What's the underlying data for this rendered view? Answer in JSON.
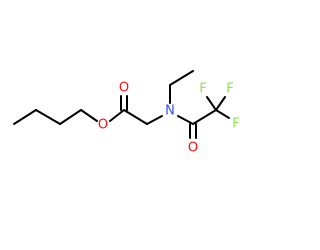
{
  "molecule": {
    "atoms": {
      "o_ester": {
        "symbol": "O",
        "color": "#ff0d0d"
      },
      "o_ester_carbonyl": {
        "symbol": "O",
        "color": "#ff0d0d"
      },
      "n_amide": {
        "symbol": "N",
        "color": "#3050f8"
      },
      "o_amide_carbonyl": {
        "symbol": "O",
        "color": "#ff0d0d"
      },
      "f_upper_left": {
        "symbol": "F",
        "color": "#90e050"
      },
      "f_upper_right": {
        "symbol": "F",
        "color": "#90e050"
      },
      "f_right": {
        "symbol": "F",
        "color": "#90e050"
      }
    },
    "bond_color": "#000000"
  }
}
